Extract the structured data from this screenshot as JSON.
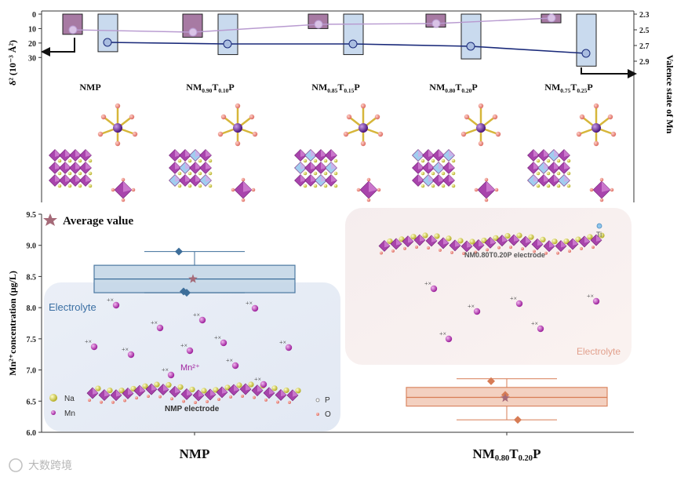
{
  "chart_data": [
    {
      "type": "bar",
      "categories": [
        "NMP",
        "NM0.90T0.10P",
        "NM0.85T0.15P",
        "NM0.80T0.20P",
        "NM0.75T0.25P"
      ],
      "category_labels": [
        {
          "base": "NMP",
          "parts": []
        },
        {
          "base": "",
          "parts": [
            [
              "NM",
              ""
            ],
            [
              "0.90",
              "sub"
            ],
            [
              "T",
              ""
            ],
            [
              "0.10",
              "sub"
            ],
            [
              "P",
              ""
            ]
          ]
        },
        {
          "base": "",
          "parts": [
            [
              "NM",
              ""
            ],
            [
              "0.85",
              "sub"
            ],
            [
              "T",
              ""
            ],
            [
              "0.15",
              "sub"
            ],
            [
              "P",
              ""
            ]
          ]
        },
        {
          "base": "",
          "parts": [
            [
              "NM",
              ""
            ],
            [
              "0.80",
              "sub"
            ],
            [
              "T",
              ""
            ],
            [
              "0.20",
              "sub"
            ],
            [
              "P",
              ""
            ]
          ]
        },
        {
          "base": "",
          "parts": [
            [
              "NM",
              ""
            ],
            [
              "0.75",
              "sub"
            ],
            [
              "T",
              ""
            ],
            [
              "0.25",
              "sub"
            ],
            [
              "P",
              ""
            ]
          ]
        }
      ],
      "left_axis": {
        "label": "δ² (10⁻³ Å²)",
        "ticks": [
          "0",
          "10",
          "20",
          "30"
        ],
        "range": [
          0,
          38
        ],
        "inverted": true
      },
      "right_axis": {
        "label": "Valence state of Mn",
        "ticks": [
          "2.3",
          "2.5",
          "2.7",
          "2.9"
        ],
        "range": [
          2.3,
          3.0
        ]
      },
      "series": [
        {
          "values": [
            14,
            16,
            10,
            9,
            6
          ],
          "axis": "left",
          "color": "#a77aa3",
          "line_values": [
            2.5,
            2.53,
            2.43,
            2.42,
            2.35
          ],
          "line_color": "#b89ad0"
        },
        {
          "values": [
            26,
            28,
            28,
            31,
            36
          ],
          "axis": "right-linked",
          "color": "#c9daee",
          "line_values": [
            2.66,
            2.68,
            2.68,
            2.71,
            2.8
          ],
          "line_color": "#1a2a7a"
        }
      ]
    },
    {
      "type": "box",
      "title_legend": "Average value",
      "ylabel": "Mn²⁺concentration (μg/L)",
      "ylim": [
        6.0,
        9.5
      ],
      "yticks": [
        "6.0",
        "6.5",
        "7.0",
        "7.5",
        "8.0",
        "8.5",
        "9.0",
        "9.5"
      ],
      "categories": [
        "NMP",
        "NM0.80T0.20P"
      ],
      "category_labels": [
        {
          "parts": [
            [
              "NMP",
              ""
            ]
          ]
        },
        {
          "parts": [
            [
              "NM",
              ""
            ],
            [
              "0.80",
              "sub"
            ],
            [
              "T",
              ""
            ],
            [
              "0.20",
              "sub"
            ],
            [
              "P",
              ""
            ]
          ]
        }
      ],
      "boxes": [
        {
          "category": "NMP",
          "whisker_low": 8.24,
          "q1": 8.24,
          "median": 8.46,
          "q3": 8.68,
          "whisker_high": 8.9,
          "mean": 8.46,
          "points": [
            8.9,
            8.26,
            8.24
          ],
          "color": "#3d6e9a",
          "fill": "#c6d8e8"
        },
        {
          "category": "NM0.80T0.20P",
          "whisker_low": 6.2,
          "q1": 6.42,
          "median": 6.56,
          "q3": 6.72,
          "whisker_high": 6.86,
          "mean": 6.55,
          "points": [
            6.82,
            6.6,
            6.2
          ],
          "color": "#d77c55",
          "fill": "#f3cdbb"
        }
      ]
    }
  ],
  "annotations": {
    "electrolyte_left": "Electrolyte",
    "electrolyte_right": "Electrolyte",
    "mn2_label": "Mn²⁺",
    "nmp_electrode": "NMP electrode",
    "nmt_electrode": "NM0.80T0.20P electrode",
    "ti_label": "Ti",
    "legend_na": "Na",
    "legend_mn": "Mn",
    "legend_p": "P",
    "legend_o": "O",
    "watermark": "大数跨境"
  }
}
